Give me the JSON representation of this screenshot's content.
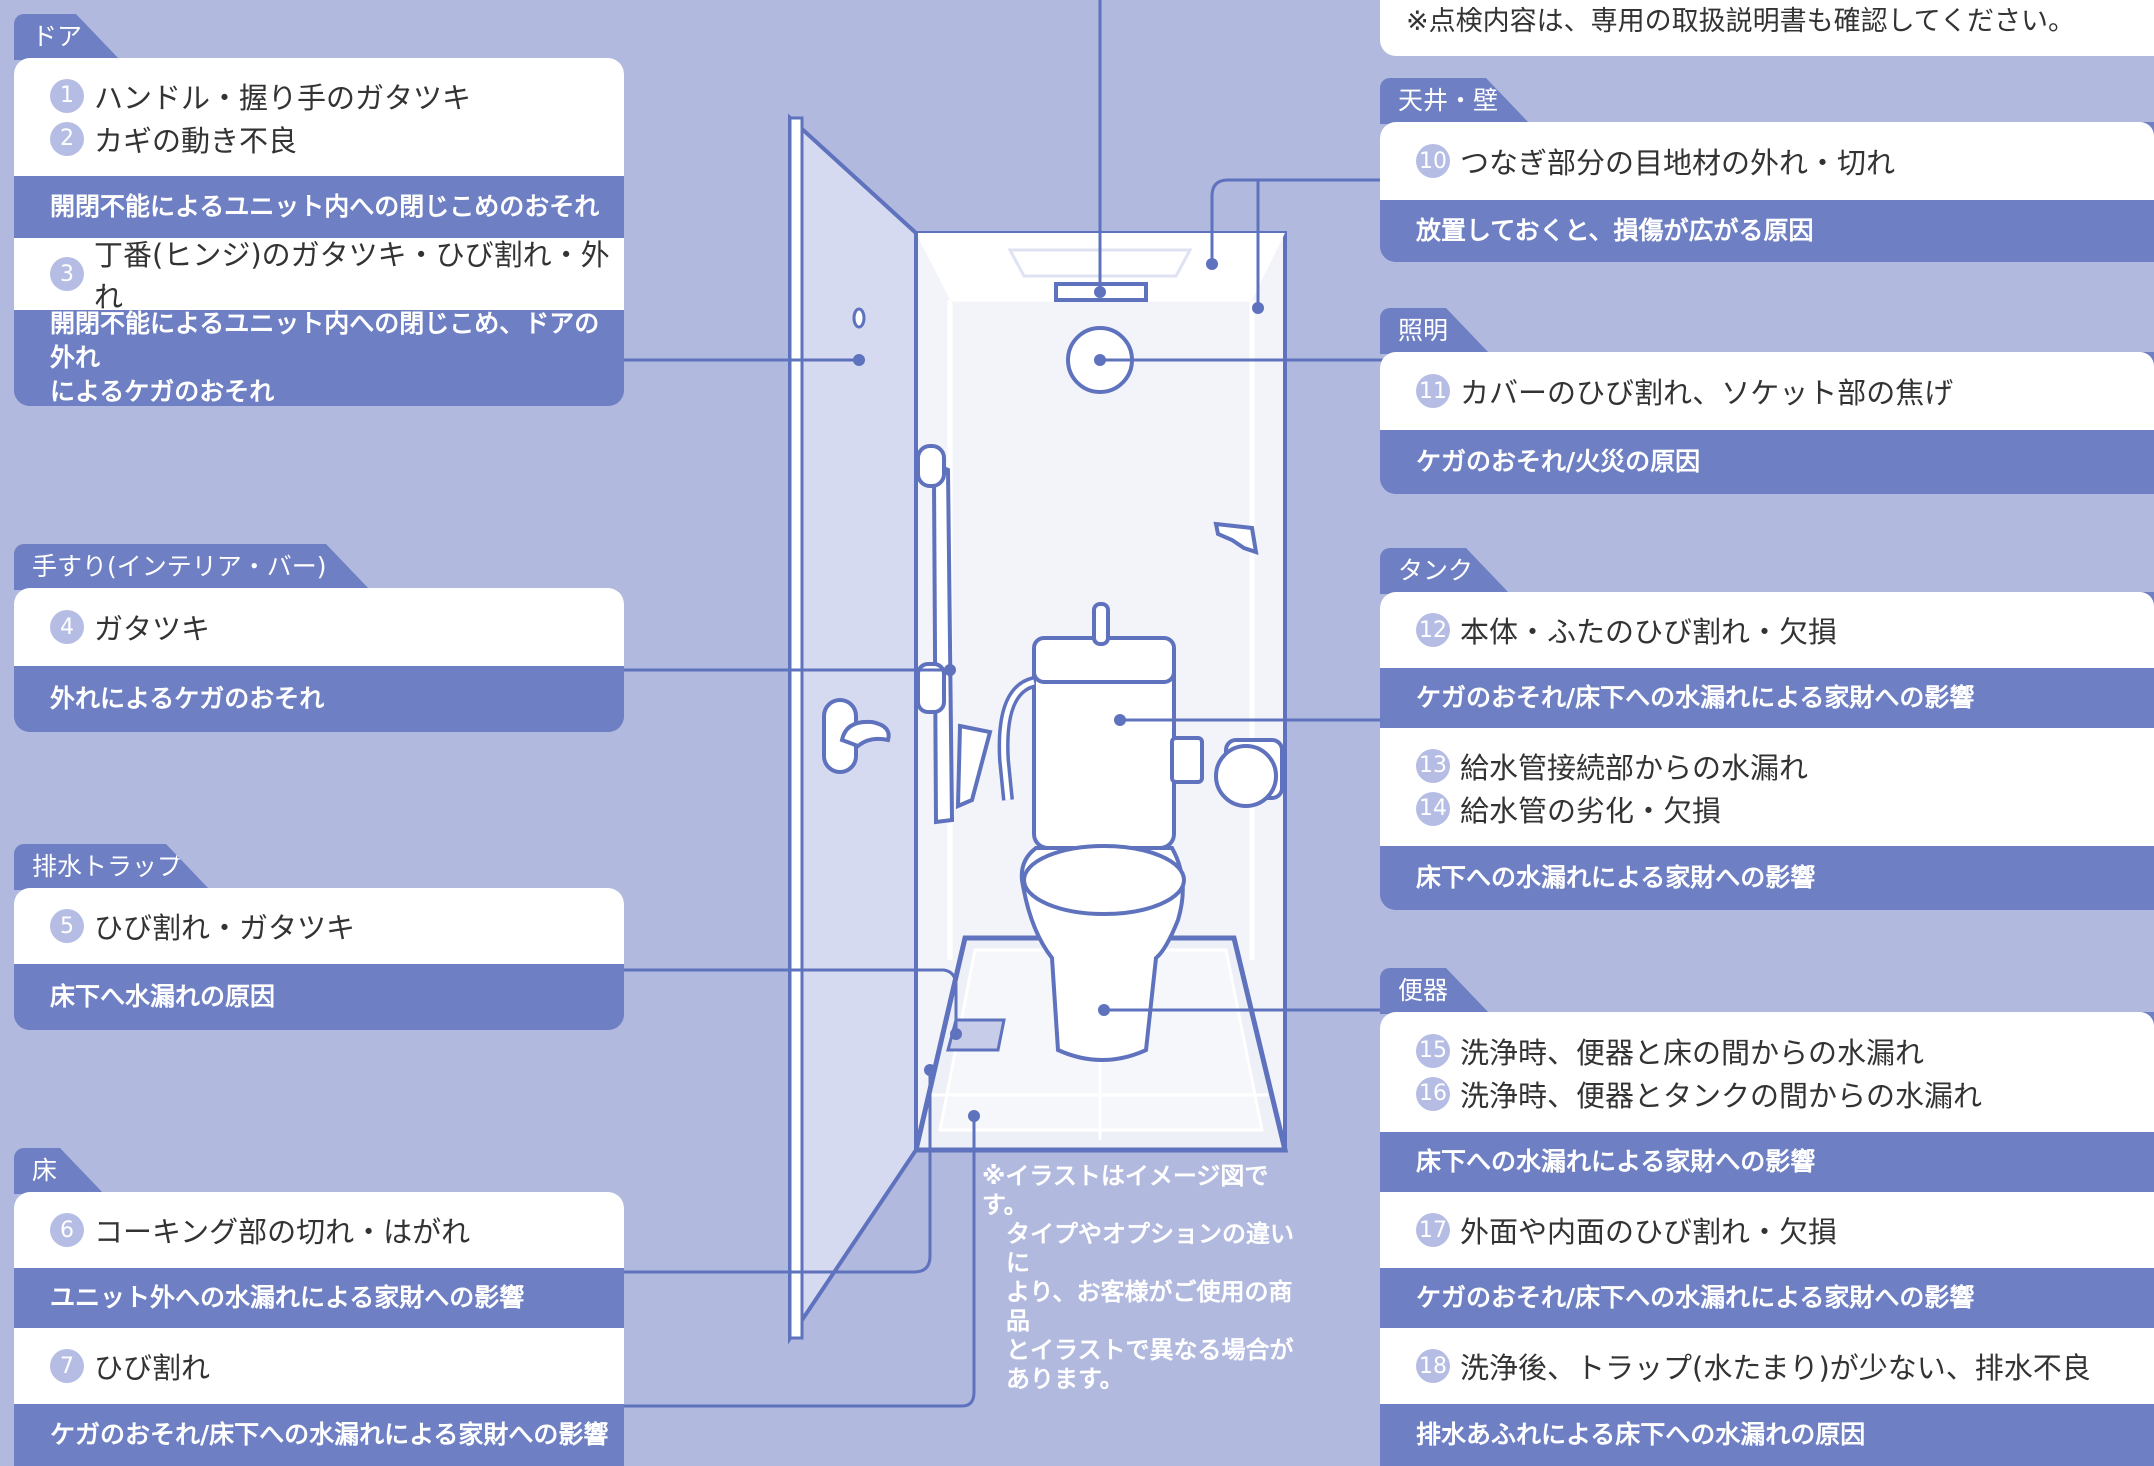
{
  "top_note": "※点検内容は、専用の取扱説明書も確認してください。",
  "illustration_note": [
    "※イラストはイメージ図です。",
    "タイプやオプションの違いに",
    "より、お客様がご使用の商品",
    "とイラストで異なる場合が",
    "あります。"
  ],
  "colors": {
    "background": "#b2b9de",
    "panel_accent": "#6e7fc3",
    "number_badge": "#b6bde4",
    "line": "#5f72bd"
  },
  "panels": {
    "door": {
      "title": "ドア",
      "groups": [
        {
          "items": [
            {
              "num": "1",
              "text": "ハンドル・握り手のガタツキ"
            },
            {
              "num": "2",
              "text": "カギの動き不良"
            }
          ],
          "risk": "開閉不能によるユニット内への閉じこめのおそれ"
        },
        {
          "items": [
            {
              "num": "3",
              "text": "丁番(ヒンジ)のガタツキ・ひび割れ・外れ"
            }
          ],
          "risk": [
            "開閉不能によるユニット内への閉じこめ、ドアの外れ",
            "によるケガのおそれ"
          ]
        }
      ]
    },
    "handrail": {
      "title": "手すり(インテリア・バー)",
      "groups": [
        {
          "items": [
            {
              "num": "4",
              "text": "ガタツキ"
            }
          ],
          "risk": "外れによるケガのおそれ"
        }
      ]
    },
    "trap": {
      "title": "排水トラップ",
      "groups": [
        {
          "items": [
            {
              "num": "5",
              "text": "ひび割れ・ガタツキ"
            }
          ],
          "risk": "床下へ水漏れの原因"
        }
      ]
    },
    "floor": {
      "title": "床",
      "groups": [
        {
          "items": [
            {
              "num": "6",
              "text": "コーキング部の切れ・はがれ"
            }
          ],
          "risk": "ユニット外への水漏れによる家財への影響"
        },
        {
          "items": [
            {
              "num": "7",
              "text": "ひび割れ"
            }
          ],
          "risk": "ケガのおそれ/床下への水漏れによる家財への影響"
        }
      ]
    },
    "ceiling": {
      "title": "天井・壁",
      "groups": [
        {
          "items": [
            {
              "num": "10",
              "text": "つなぎ部分の目地材の外れ・切れ"
            }
          ],
          "risk": "放置しておくと、損傷が広がる原因"
        }
      ]
    },
    "lighting": {
      "title": "照明",
      "groups": [
        {
          "items": [
            {
              "num": "11",
              "text": "カバーのひび割れ、ソケット部の焦げ"
            }
          ],
          "risk": "ケガのおそれ/火災の原因"
        }
      ]
    },
    "tank": {
      "title": "タンク",
      "groups": [
        {
          "items": [
            {
              "num": "12",
              "text": "本体・ふたのひび割れ・欠損"
            }
          ],
          "risk": "ケガのおそれ/床下への水漏れによる家財への影響"
        },
        {
          "items": [
            {
              "num": "13",
              "text": "給水管接続部からの水漏れ"
            },
            {
              "num": "14",
              "text": "給水管の劣化・欠損"
            }
          ],
          "risk": "床下への水漏れによる家財への影響"
        }
      ]
    },
    "toilet": {
      "title": "便器",
      "groups": [
        {
          "items": [
            {
              "num": "15",
              "text": "洗浄時、便器と床の間からの水漏れ"
            },
            {
              "num": "16",
              "text": "洗浄時、便器とタンクの間からの水漏れ"
            }
          ],
          "risk": "床下への水漏れによる家財への影響"
        },
        {
          "items": [
            {
              "num": "17",
              "text": "外面や内面のひび割れ・欠損"
            }
          ],
          "risk": "ケガのおそれ/床下への水漏れによる家財への影響"
        },
        {
          "items": [
            {
              "num": "18",
              "text": "洗浄後、トラップ(水たまり)が少ない、排水不良"
            }
          ],
          "risk": "排水あふれによる床下への水漏れの原因"
        }
      ]
    }
  }
}
